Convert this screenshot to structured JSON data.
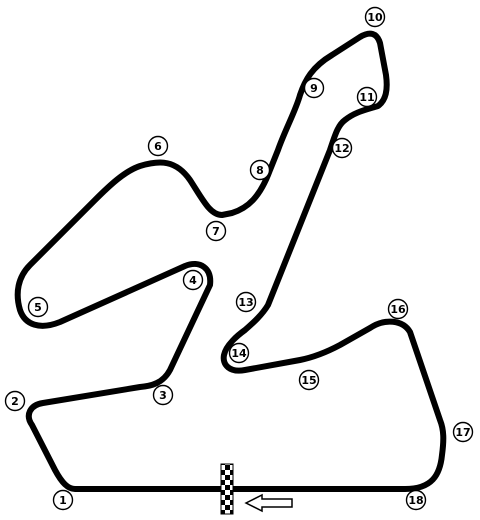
{
  "colors": {
    "track": "#000000",
    "background": "#ffffff",
    "marker_fill": "#ffffff",
    "marker_stroke": "#000000"
  },
  "icons": {
    "start_finish": "checkered-flag-icon",
    "direction": "direction-arrow-icon"
  },
  "turns": [
    "1",
    "2",
    "3",
    "4",
    "5",
    "6",
    "7",
    "8",
    "9",
    "10",
    "11",
    "12",
    "13",
    "14",
    "15",
    "16",
    "17",
    "18"
  ]
}
